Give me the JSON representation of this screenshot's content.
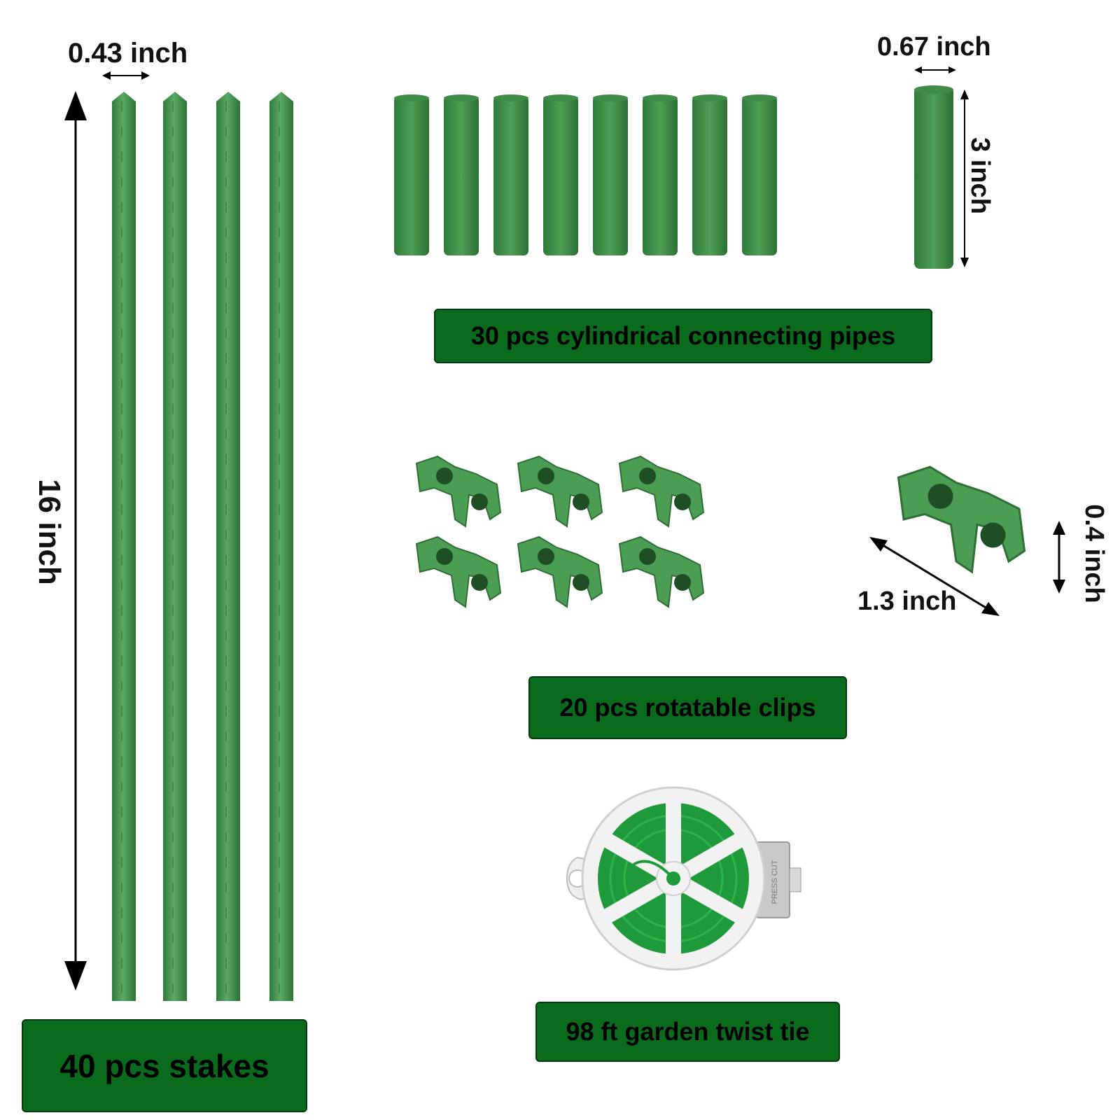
{
  "stakes": {
    "width_label": "0.43 inch",
    "length_label": "16 inch",
    "caption": "40 pcs stakes"
  },
  "pipes": {
    "width_label": "0.67 inch",
    "length_label": "3 inch",
    "caption": "30 pcs cylindrical connecting pipes"
  },
  "clips": {
    "width_label": "1.3 inch",
    "height_label": "0.4 inch",
    "caption": "20 pcs rotatable clips"
  },
  "tie": {
    "caption": "98 ft garden twist tie",
    "spool_text": "PRESS CUT"
  },
  "colors": {
    "product_green": "#4f9e55",
    "badge_green": "#0b6b1d",
    "spool_white": "#f2f2f2",
    "wire_green": "#1f9a3a"
  }
}
